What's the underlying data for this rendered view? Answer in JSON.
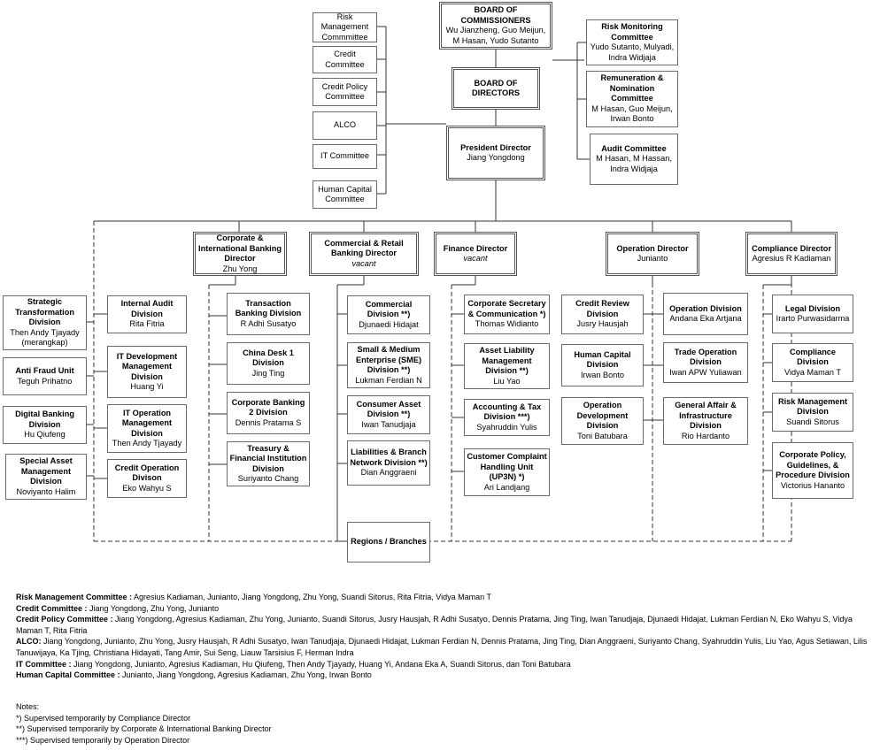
{
  "boxes": {
    "commissioners": {
      "title": "BOARD OF COMMISSIONERS",
      "text": "Wu Jianzheng, Guo Meijun, M Hasan, Yudo Sutanto"
    },
    "directors": {
      "title": "BOARD OF DIRECTORS"
    },
    "president": {
      "title": "President Director",
      "text": "Jiang Yongdong"
    },
    "risk_monitoring": {
      "title": "Risk Monitoring Committee",
      "text": "Yudo Sutanto, Mulyadi, Indra Widjaja"
    },
    "remuneration": {
      "title": "Remuneration & Nomination Committee",
      "text": "M Hasan, Guo Meijun, Irwan Bonto"
    },
    "audit": {
      "title": "Audit Committee",
      "text": "M Hasan, M Hassan, Indra Widjaja"
    },
    "risk_mgmt_committee": {
      "text": "Risk Management Commmittee"
    },
    "credit_committee": {
      "text": "Credit Committee"
    },
    "credit_policy_committee": {
      "text": "Credit Policy Committee"
    },
    "alco": {
      "text": "ALCO"
    },
    "it_committee": {
      "text": "IT Committee"
    },
    "hc_committee": {
      "text": "Human Capital Committee"
    },
    "corp_dir": {
      "title": "Corporate & International Banking Director",
      "text": "Zhu Yong"
    },
    "retail_dir": {
      "title": "Commercial & Retail Banking Director",
      "text": "vacant"
    },
    "finance_dir": {
      "title": "Finance Director",
      "text": "vacant"
    },
    "operation_dir": {
      "title": "Operation Director",
      "text": "Junianto"
    },
    "compliance_dir": {
      "title": "Compliance Director",
      "text": "Agresius R Kadiaman"
    },
    "strategic": {
      "title": "Strategic Transformation Division",
      "text": "Then Andy Tjayady (merangkap)"
    },
    "antifraud": {
      "title": "Anti Fraud Unit",
      "text": "Teguh Prihatno"
    },
    "digital": {
      "title": "Digital Banking Division",
      "text": "Hu Qiufeng"
    },
    "special_asset": {
      "title": "Special Asset Management Division",
      "text": "Noviyanto Halim"
    },
    "internal_audit": {
      "title": "Internal Audit Division",
      "text": "Rita Fitria"
    },
    "it_dev": {
      "title": "IT Development Management Division",
      "text": "Huang Yi"
    },
    "it_op": {
      "title": "IT Operation Management Division",
      "text": "Then Andy Tjayady"
    },
    "credit_op": {
      "title": "Credit Operation Divison",
      "text": "Eko Wahyu S"
    },
    "transaction": {
      "title": "Transaction Banking Division",
      "text": "R Adhi Susatyo"
    },
    "china1": {
      "title": "China Desk 1 Division",
      "text": "Jing Ting"
    },
    "corp2": {
      "title": "Corporate Banking 2 Division",
      "text": "Dennis Pratama S"
    },
    "treasury": {
      "title": "Treasury & Financial Institution Division",
      "text": "Suriyanto Chang"
    },
    "commercial": {
      "title": "Commercial Division **)",
      "text": "Djunaedi Hidajat"
    },
    "sme": {
      "title": "Small & Medium Enterprise (SME) Division **)",
      "text": "Lukman Ferdian N"
    },
    "consumer": {
      "title": "Consumer Asset Division **)",
      "text": "Iwan Tanudjaja"
    },
    "liabilities": {
      "title": "Liabilities & Branch Network Division **)",
      "text": "Dian Anggraeni"
    },
    "regions": {
      "title": "Regions / Branches"
    },
    "corp_sec": {
      "title": "Corporate Secretary & Communication *)",
      "text": "Thomas Widianto"
    },
    "alm": {
      "title": "Asset Liability Management Division **)",
      "text": "Liu Yao"
    },
    "accounting": {
      "title": "Accounting & Tax Division ***)",
      "text": "Syahruddin Yulis"
    },
    "complaint": {
      "title": "Customer Complaint Handling Unit (UP3N) *)",
      "text": "Ari Landjang"
    },
    "credit_review": {
      "title": "Credit Review Division",
      "text": "Jusry Hausjah"
    },
    "human_capital": {
      "title": "Human Capital Division",
      "text": "Irwan Bonto"
    },
    "op_dev": {
      "title": "Operation Development Division",
      "text": "Toni Batubara"
    },
    "operation_div": {
      "title": "Operation Division",
      "text": "Andana Eka Artjana"
    },
    "trade_op": {
      "title": "Trade Operation Division",
      "text": "Iwan APW Yuliawan"
    },
    "general_affair": {
      "title": "General Affair & Infrastructure Division",
      "text": "Rio Hardanto"
    },
    "legal": {
      "title": "Legal Division",
      "text": "Irarto Purwasidarma"
    },
    "compliance_div": {
      "title": "Compliance Division",
      "text": "Vidya Maman T"
    },
    "risk_div": {
      "title": "Risk Management Division",
      "text": "Suandi Sitorus"
    },
    "policy": {
      "title": "Corporate Policy, Guidelines, & Procedure Division",
      "text": "Victorius Hananto"
    }
  },
  "notes": [
    {
      "label": "Risk Management Committee :",
      "text": " Agresius Kadiaman, Junianto, Jiang Yongdong, Zhu Yong, Suandi Sitorus, Rita Fitria, Vidya Maman T"
    },
    {
      "label": "Credit Committee :",
      "text": " Jiang Yongdong, Zhu Yong, Junianto"
    },
    {
      "label": "Credit Policy Committee :",
      "text": " Jiang Yongdong, Agresius Kadiaman, Zhu Yong, Junianto, Suandi Sitorus, Jusry Hausjah, R Adhi Susatyo, Dennis Pratama, Jing Ting, Iwan Tanudjaja, Djunaedi Hidajat, Lukman Ferdian N, Eko Wahyu S, Vidya Maman T, Rita Fitria"
    },
    {
      "label": "ALCO:",
      "text": " Jiang Yongdong, Junianto, Zhu Yong, Jusry Hausjah, R Adhi Susatyo, Iwan Tanudjaja, Djunaedi Hidajat, Lukman Ferdian N, Dennis Pratama, Jing Ting, Dian Anggraeni, Suriyanto Chang, Syahruddin Yulis, Liu Yao, Agus Setiawan, Lilis Tanuwijaya, Ka Tjing, Christiana Hidayati, Tang Amir, Sui Seng, Liauw Tarsisius F, Herman Indra"
    },
    {
      "label": "IT Committee :",
      "text": " Jiang Yongdong, Junianto, Agresius Kadiaman, Hu Qiufeng, Then Andy Tjayady, Huang Yi, Andana Eka A, Suandi Sitorus, dan Toni Batubara"
    },
    {
      "label": "Human Capital Committee :",
      "text": " Junianto, Jiang Yongdong, Agresius Kadiaman, Zhu Yong, Irwan Bonto"
    }
  ],
  "footnotes": {
    "heading": "Notes:",
    "items": [
      "*) Supervised temporarily by Compliance Director",
      "**) Supervised temporarily by Corporate & International Banking Director",
      "***) Supervised temporarily by Operation Director"
    ]
  }
}
